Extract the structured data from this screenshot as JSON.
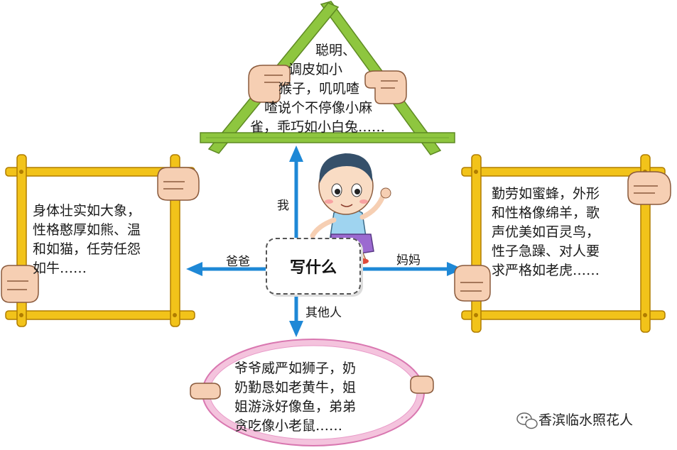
{
  "center": {
    "title": "写什么"
  },
  "branches": {
    "up": "我",
    "left": "爸爸",
    "right": "妈妈",
    "down": "其他人"
  },
  "panels": {
    "me": [
      "聪明、",
      "调皮如小",
      "猴子，叽叽喳",
      "喳说个不停像小麻",
      "雀，乖巧如小白兔……"
    ],
    "dad": [
      "身体壮实如大象，",
      "性格憨厚如熊、温",
      "和如猫，任劳任怨",
      "如牛……"
    ],
    "mom": [
      "勤劳如蜜蜂，外形",
      "和性格像绵羊，歌",
      "声优美如百灵鸟，",
      "性子急躁、对人要",
      "求严格如老虎……"
    ],
    "others": [
      "爷爷威严如狮子，奶",
      "奶勤恳如老黄牛，姐",
      "姐游泳好像鱼，弟弟",
      "贪吃像小老鼠……"
    ]
  },
  "watermark": {
    "text": "香滨临水照花人",
    "icon": "wechat-icon"
  },
  "colors": {
    "frame_yellow": "#f2c31a",
    "frame_outline": "#b07d00",
    "triangle_green": "#8ec63f",
    "arrow_blue": "#1e88d6",
    "oval_pink": "#e99ac8",
    "hand_skin": "#f6cfb3"
  }
}
